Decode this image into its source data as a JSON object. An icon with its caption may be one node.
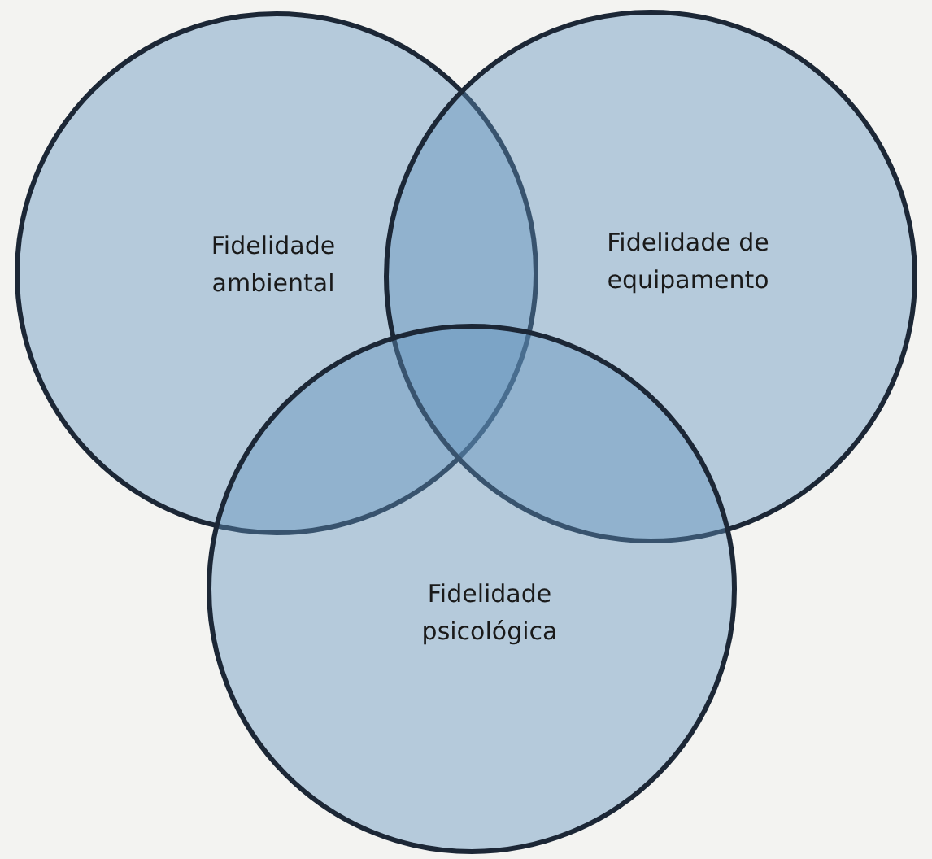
{
  "diagram": {
    "nodes": [
      {
        "text": [
          "Fidelidade ambiental"
        ]
      },
      {
        "text": [
          "Fidelidade de equipamento"
        ]
      },
      {
        "text": [
          "Fidelidade psicológica"
        ]
      }
    ]
  }
}
